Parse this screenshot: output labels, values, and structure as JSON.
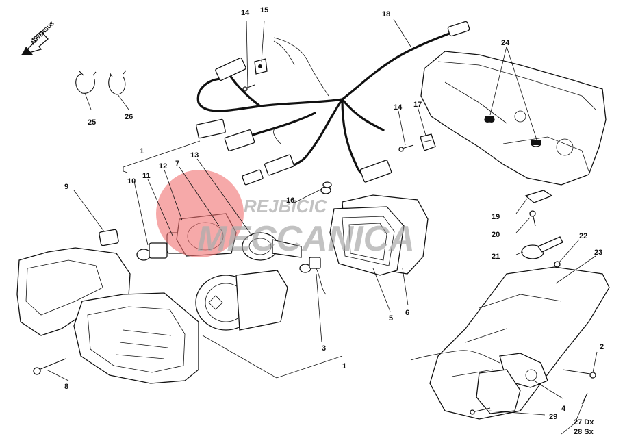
{
  "direction": "ADVERSUS",
  "watermark": {
    "top": "REJBICIC",
    "bottom": "MECCANICA",
    "color": "#f07070"
  },
  "labels": {
    "l1a": "1",
    "l1b": "1",
    "l2": "2",
    "l3": "3",
    "l4": "4",
    "l5": "5",
    "l6": "6",
    "l7": "7",
    "l8": "8",
    "l9": "9",
    "l10": "10",
    "l11": "11",
    "l12": "12",
    "l13": "13",
    "l14a": "14",
    "l14b": "14",
    "l15": "15",
    "l16": "16",
    "l17": "17",
    "l18": "18",
    "l19": "19",
    "l20": "20",
    "l21": "21",
    "l22": "22",
    "l23": "23",
    "l24": "24",
    "l25": "25",
    "l26": "26",
    "l27": "27 Dx",
    "l28": "28 Sx",
    "l29": "29"
  }
}
